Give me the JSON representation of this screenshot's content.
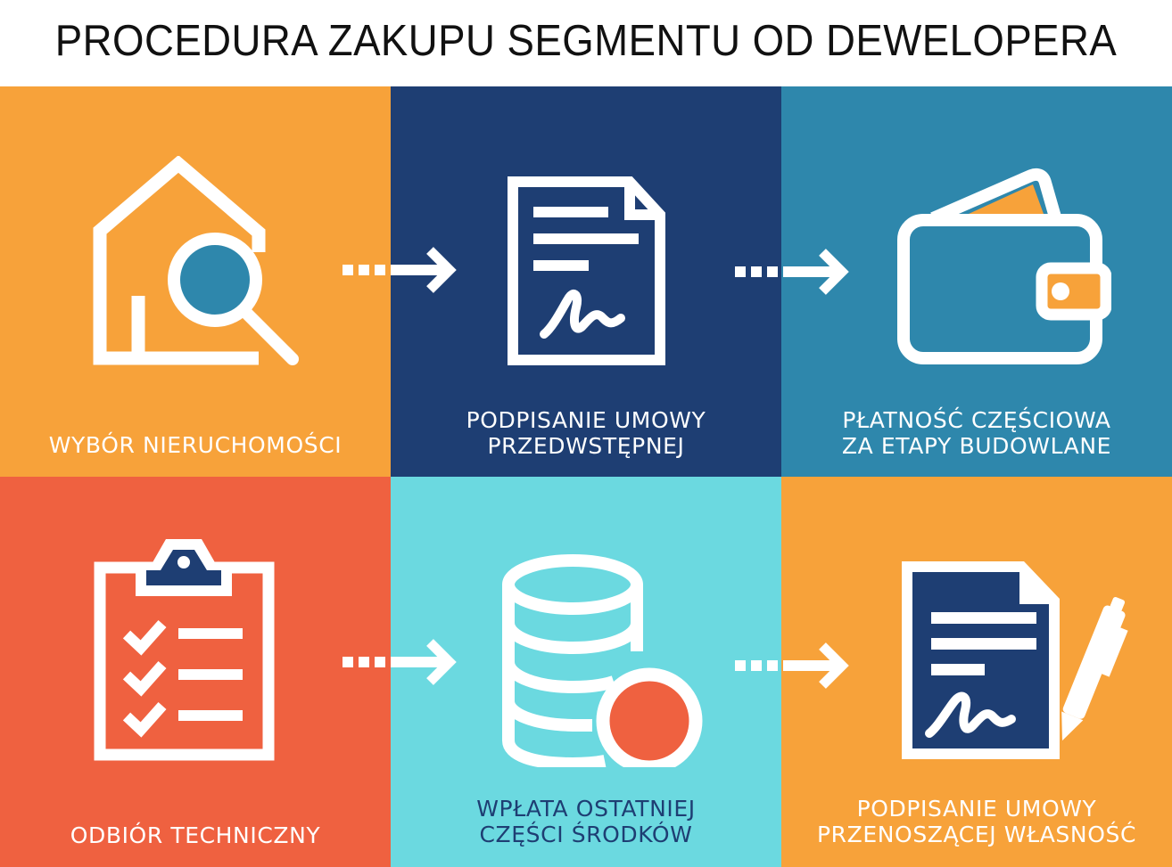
{
  "title": "PROCEDURA ZAKUPU SEGMENTU OD DEWELOPERA",
  "colors": {
    "orange": "#F7A23A",
    "navy": "#1E3E73",
    "teal_blue": "#2E87AC",
    "coral": "#EF6140",
    "cyan": "#6BD9E0",
    "white": "#FFFFFF",
    "title_text": "#111111"
  },
  "steps": [
    {
      "step": 1,
      "label_line1": "WYBÓR NIERUCHOMOŚCI",
      "label_line2": "",
      "icon": "house-search-icon",
      "background": "#F7A23A",
      "text_color": "#FFFFFF"
    },
    {
      "step": 2,
      "label_line1": "PODPISANIE UMOWY",
      "label_line2": "PRZEDWSTĘPNEJ",
      "icon": "signed-document-icon",
      "background": "#1E3E73",
      "text_color": "#FFFFFF"
    },
    {
      "step": 3,
      "label_line1": "PŁATNOŚĆ CZĘŚCIOWA",
      "label_line2": "ZA ETAPY BUDOWLANE",
      "icon": "wallet-icon",
      "background": "#2E87AC",
      "text_color": "#FFFFFF"
    },
    {
      "step": 4,
      "label_line1": "ODBIÓR TECHNICZNY",
      "label_line2": "",
      "icon": "clipboard-checklist-icon",
      "background": "#EF6140",
      "text_color": "#FFFFFF"
    },
    {
      "step": 5,
      "label_line1": "WPŁATA OSTATNIEJ",
      "label_line2": "CZĘŚCI ŚRODKÓW",
      "icon": "coin-stack-icon",
      "background": "#6BD9E0",
      "text_color": "#1E3E73"
    },
    {
      "step": 6,
      "label_line1": "PODPISANIE UMOWY",
      "label_line2": "PRZENOSZĄCEJ WŁASNOŚĆ",
      "icon": "document-pen-icon",
      "background": "#F7A23A",
      "text_color": "#FFFFFF"
    }
  ],
  "connectors": [
    {
      "from": 1,
      "to": 2,
      "icon": "dotted-arrow-right-icon"
    },
    {
      "from": 2,
      "to": 3,
      "icon": "dotted-arrow-right-icon"
    },
    {
      "from": 4,
      "to": 5,
      "icon": "dotted-arrow-right-icon"
    },
    {
      "from": 5,
      "to": 6,
      "icon": "dotted-arrow-right-icon"
    }
  ]
}
